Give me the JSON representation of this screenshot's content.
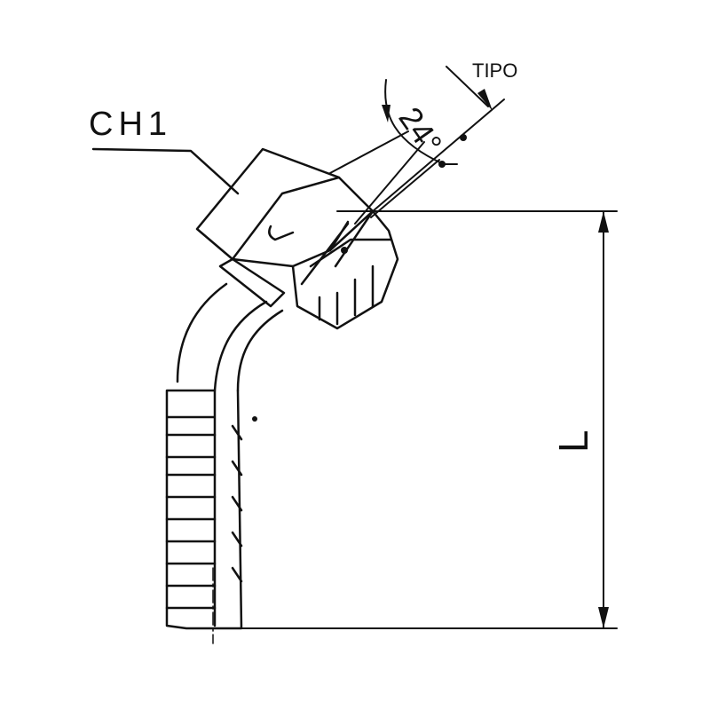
{
  "drawing": {
    "labels": {
      "nut": "CH1",
      "type": "TIPO",
      "angle": "24°",
      "length": "L"
    },
    "colors": {
      "line": "#111111",
      "background": "#ffffff"
    }
  }
}
